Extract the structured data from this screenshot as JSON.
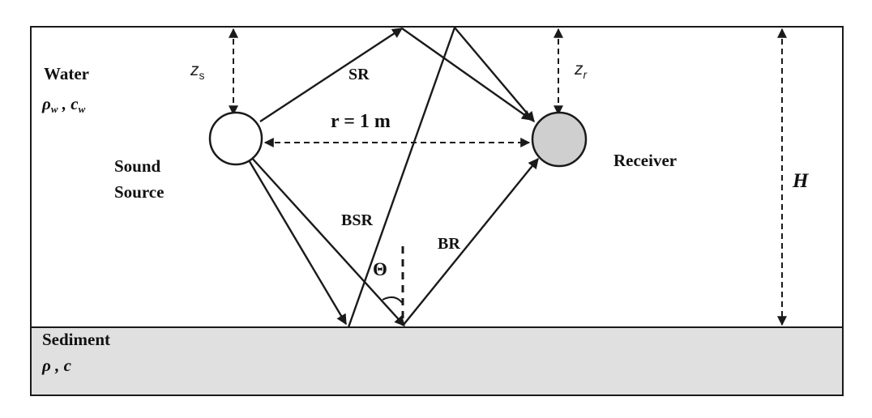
{
  "water": {
    "label": "Water",
    "props_rho": "ρ",
    "props_rho_sub": "w",
    "props_sep": " , ",
    "props_c": "c",
    "props_c_sub": "w"
  },
  "sediment": {
    "label": "Sediment",
    "props_rho": "ρ",
    "props_sep": " , ",
    "props_c": "c"
  },
  "source": {
    "label_line1": "Sound",
    "label_line2": "Source"
  },
  "receiver": {
    "label": "Receiver"
  },
  "depths": {
    "zs_main": "z",
    "zs_sub": "s",
    "zr_main": "z",
    "zr_sub": "r",
    "h": "H"
  },
  "range_label": "r = 1 m",
  "rays": {
    "sr": "SR",
    "bsr": "BSR",
    "br": "BR"
  },
  "angle_label": "Θ",
  "colors": {
    "sediment_fill": "#e0e0e0",
    "receiver_fill": "#cfcfcf",
    "source_fill": "#ffffff",
    "stroke": "#1a1a1a"
  }
}
